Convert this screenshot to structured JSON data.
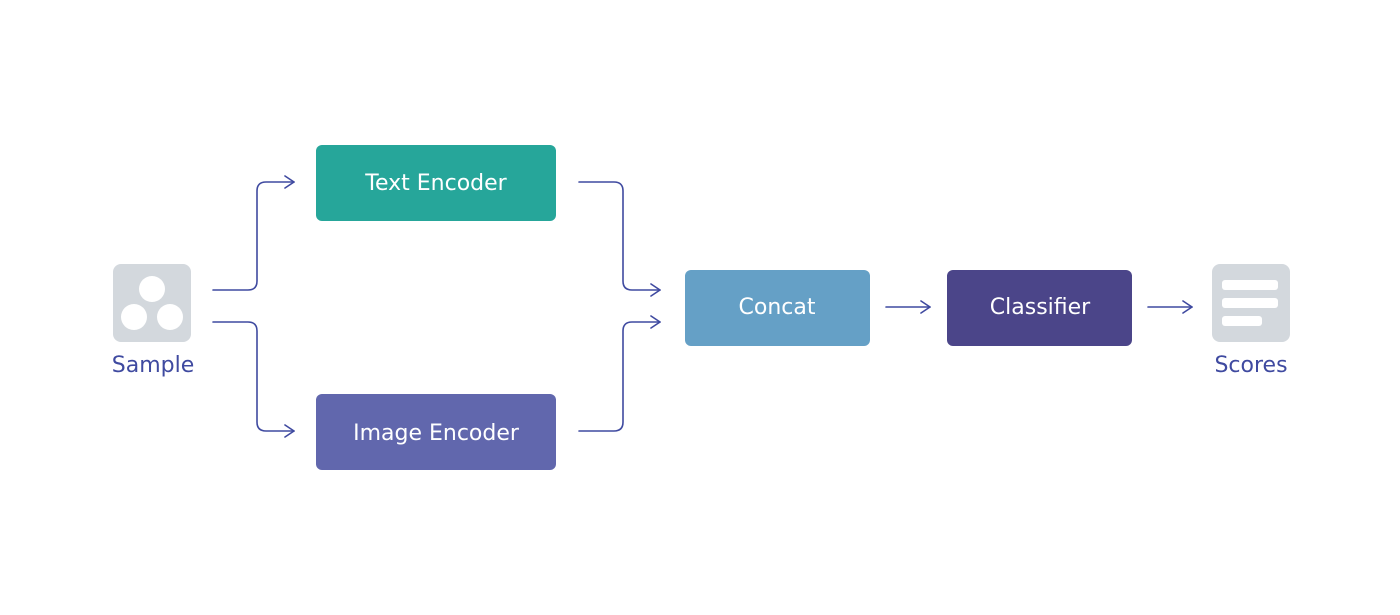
{
  "nodes": {
    "sample": {
      "label": "Sample",
      "icon": "sample-icon"
    },
    "text_encoder": {
      "label": "Text Encoder"
    },
    "image_encoder": {
      "label": "Image Encoder"
    },
    "concat": {
      "label": "Concat"
    },
    "classifier": {
      "label": "Classifier"
    },
    "scores": {
      "label": "Scores",
      "icon": "scores-icon"
    }
  },
  "colors": {
    "text_encoder": "#26a69a",
    "image_encoder": "#6167ad",
    "concat": "#65a0c6",
    "classifier": "#4b4589",
    "icon_bg": "#d3d8dd",
    "arrow": "#3f4aa0",
    "caption": "#3f4aa0"
  }
}
